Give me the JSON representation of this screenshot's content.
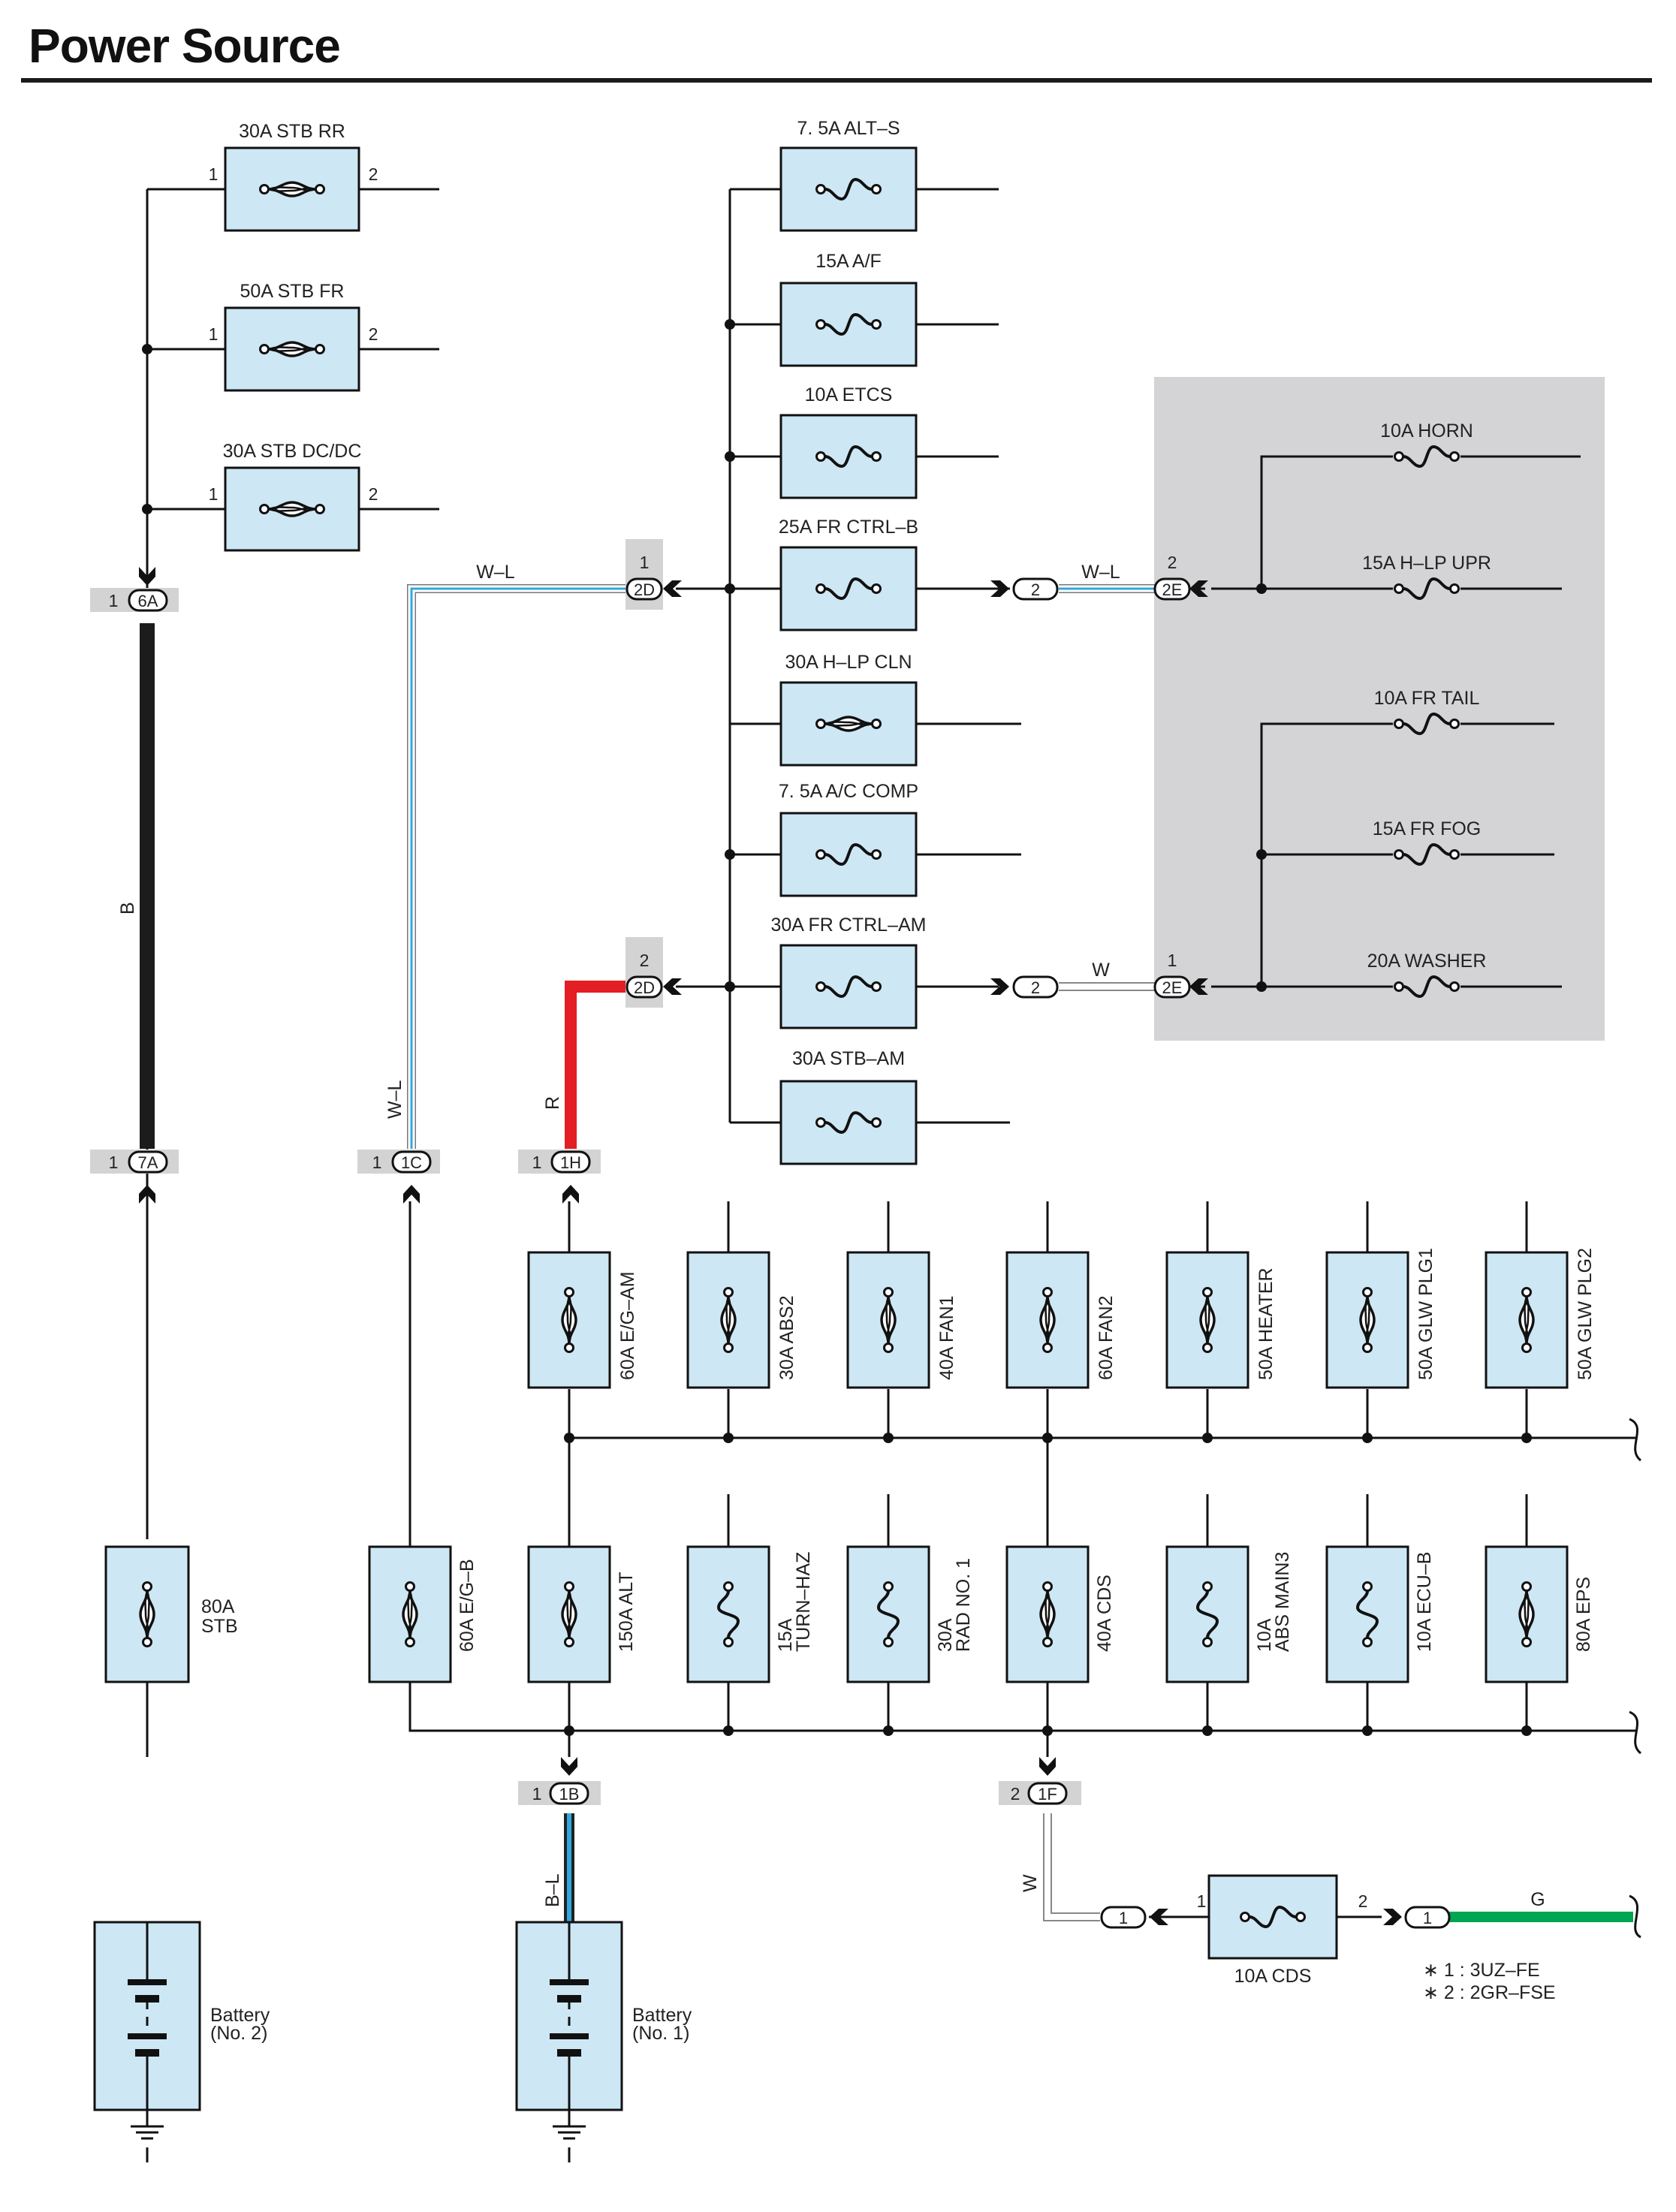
{
  "title": "Power Source",
  "colors": {
    "component_fill": "#cde7f4",
    "relay_area": "#d4d4d6",
    "pin_bg": "#d3d3d3",
    "wire_black": "#1c1c1c",
    "wire_red": "#e31e24",
    "wire_blue": "#31a8e0",
    "wire_green": "#00a651"
  },
  "fuses": {
    "stb_rr": "30A STB RR",
    "stb_fr": "50A STB FR",
    "stb_dcdc": "30A STB DC/DC",
    "alt_s": "7. 5A ALT–S",
    "af": "15A A/F",
    "etcs": "10A ETCS",
    "fr_ctrl_b": "25A FR CTRL–B",
    "hlp_cln": "30A H–LP CLN",
    "ac_comp": "7. 5A A/C COMP",
    "fr_ctrl_am": "30A FR CTRL–AM",
    "stb_am": "30A STB–AM",
    "horn": "10A HORN",
    "hlp_upr": "15A H–LP UPR",
    "fr_tail": "10A FR TAIL",
    "fr_fog": "15A FR FOG",
    "washer": "20A WASHER",
    "cds_small": "10A CDS",
    "stb80_a": "80A",
    "stb80_b": "STB"
  },
  "upper_row": [
    "60A E/G–AM",
    "30A ABS2",
    "40A FAN1",
    "60A FAN2",
    "50A HEATER",
    "50A GLW PLG1",
    "50A GLW PLG2"
  ],
  "lower_row": {
    "eg_b": "60A E/G–B",
    "alt": "150A ALT",
    "turn_haz_a": "15A",
    "turn_haz_b": "TURN–HAZ",
    "rad_a": "30A",
    "rad_b": "RAD NO. 1",
    "cds": "40A CDS",
    "abs_main3_a": "10A",
    "abs_main3_b": "ABS MAIN3",
    "ecu_b": "10A ECU–B",
    "eps": "80A EPS"
  },
  "connectors": {
    "c6a": "6A",
    "c7a": "7A",
    "c1c": "1C",
    "c1h": "1H",
    "c1b": "1B",
    "c1f": "1F",
    "c2d": "2D",
    "c2e": "2E",
    "j2": "2",
    "j1": "1"
  },
  "pins": {
    "p1": "1",
    "p2": "2"
  },
  "wires": {
    "b": "B",
    "wl": "W–L",
    "r": "R",
    "w": "W",
    "bl": "B–L",
    "g": "G"
  },
  "batteries": {
    "no2_a": "Battery",
    "no2_b": "(No. 2)",
    "no1_a": "Battery",
    "no1_b": "(No. 1)"
  },
  "notes": [
    "∗ 1 : 3UZ–FE",
    "∗ 2 : 2GR–FSE"
  ]
}
